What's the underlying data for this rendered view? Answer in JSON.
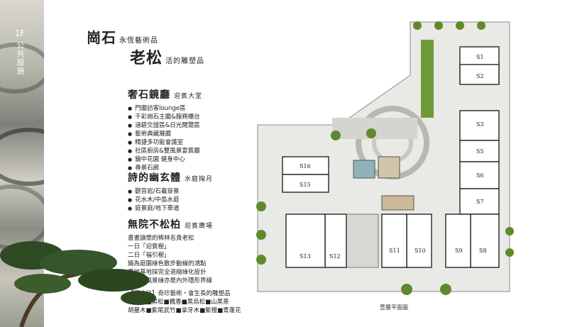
{
  "floor_tag": {
    "level": "1F",
    "label": "公共設施"
  },
  "headline": [
    {
      "main": "崗石",
      "sub": "永恆藝術品"
    },
    {
      "main": "老松",
      "sub": "活的雕塑品"
    }
  ],
  "sections": [
    {
      "title": "奢石鏡廳",
      "subtitle": "迎賓大堂",
      "items": [
        "門廳訪客lounge區",
        "千彩崗石主廳&服務櫃台",
        "涵碧交誼區&日光閱覽區",
        "藝術典藏展廳",
        "精捷多功能會議室",
        "社區廚房&雙風景宴賓廳",
        "鏡中花園 健身中心",
        "尋景石廊"
      ]
    },
    {
      "title": "詩的幽玄體",
      "subtitle": "水庭掬月",
      "items": [
        "觀音岩/石龕穿景",
        "花水木/中島水庭",
        "庭景庭/地下車道"
      ]
    },
    {
      "title": "無院不松柏",
      "subtitle": "迎賓廣場",
      "lines": [
        "書畫讀懷的稀林名貴老松",
        "一日「迎賓樹」",
        "二日「福引樹」",
        "鏡為庭園綠色散步動線的鴻點",
        "秀地基地採完全退縮綠化設計",
        "五面向風景綠亦是內外隱形界線"
      ],
      "legend_lines": [
        "【顯文化】奇珍藝術・會生長的雕塑品",
        "臨時松■黑松■楓香■黑烏松■山黑茶",
        "胡蔓木■紫尾武竹■拿牙木■紫檀■青蓬花"
      ]
    }
  ],
  "units": [
    "S1",
    "S2",
    "S3",
    "S5",
    "S6",
    "S7",
    "S8",
    "S9",
    "S10",
    "S11",
    "S12",
    "S13",
    "S15",
    "S16"
  ],
  "map_caption": "壹層平面圖",
  "colors": {
    "ink": "#222222",
    "plan_wall": "#333333",
    "plan_grey": "#c9c9c9",
    "green": "#5f8a2c",
    "pine": "#2f4a22"
  }
}
